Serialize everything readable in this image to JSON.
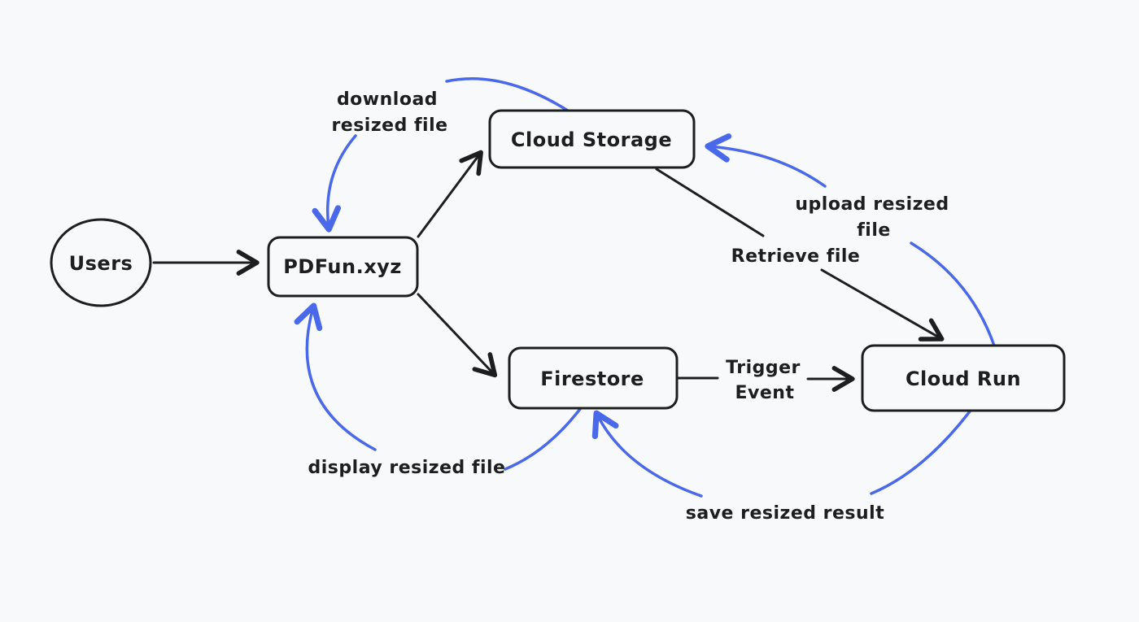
{
  "canvas": {
    "background_color": "#f8f9fb",
    "stroke_color": "#1e1e1e",
    "accent_color": "#4a68ea"
  },
  "nodes": {
    "users": {
      "label": "Users",
      "shape": "ellipse"
    },
    "pdfun": {
      "label": "PDFun.xyz",
      "shape": "rectangle"
    },
    "cloud_storage": {
      "label": "Cloud Storage",
      "shape": "rectangle"
    },
    "firestore": {
      "label": "Firestore",
      "shape": "rectangle"
    },
    "cloud_run": {
      "label": "Cloud Run",
      "shape": "rectangle"
    }
  },
  "edges": {
    "users_to_pdfun": {
      "from": "Users",
      "to": "PDFun.xyz",
      "color": "black",
      "label": ""
    },
    "pdfun_to_cloud_storage": {
      "from": "PDFun.xyz",
      "to": "Cloud Storage",
      "color": "black",
      "label": ""
    },
    "pdfun_to_firestore": {
      "from": "PDFun.xyz",
      "to": "Firestore",
      "color": "black",
      "label": ""
    },
    "cloud_storage_to_cloud_run": {
      "from": "Cloud Storage",
      "to": "Cloud Run",
      "color": "black",
      "label": "Retrieve file"
    },
    "firestore_to_cloud_run": {
      "from": "Firestore",
      "to": "Cloud Run",
      "color": "black",
      "label_line1": "Trigger",
      "label_line2": "Event"
    },
    "cloud_storage_to_pdfun": {
      "from": "Cloud Storage",
      "to": "PDFun.xyz",
      "color": "blue",
      "label_line1": "download",
      "label_line2": "resized file"
    },
    "cloud_run_to_cloud_storage": {
      "from": "Cloud Run",
      "to": "Cloud Storage",
      "color": "blue",
      "label_line1": "upload resized",
      "label_line2": "file"
    },
    "firestore_to_pdfun": {
      "from": "Firestore",
      "to": "PDFun.xyz",
      "color": "blue",
      "label": "display resized file"
    },
    "cloud_run_to_firestore": {
      "from": "Cloud Run",
      "to": "Firestore",
      "color": "blue",
      "label": "save resized result"
    }
  }
}
